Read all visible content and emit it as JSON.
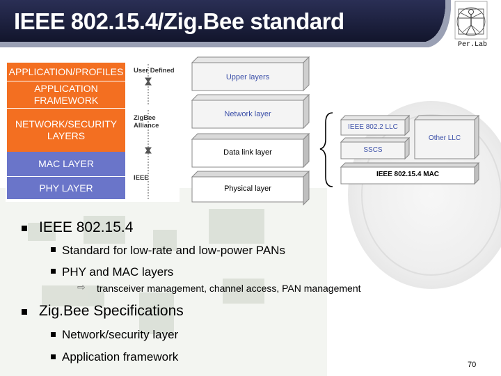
{
  "slide": {
    "title": "IEEE 802.15.4/Zig.Bee standard",
    "logo_text": "Per.Lab",
    "page_number": "70"
  },
  "colors": {
    "title_bar": "#1b1f3c",
    "layer_orange": "#f36f21",
    "layer_blue": "#6a75c9"
  },
  "stack_diagram": {
    "layers": [
      {
        "label": "APPLICATION/PROFILES",
        "color": "orange"
      },
      {
        "label": "APPLICATION FRAMEWORK",
        "color": "orange"
      },
      {
        "label": "NETWORK/SECURITY LAYERS",
        "line1": "NETWORK/SECURITY",
        "line2": "LAYERS",
        "color": "orange"
      },
      {
        "label": "MAC LAYER",
        "color": "blue"
      },
      {
        "label": "PHY LAYER",
        "color": "blue"
      }
    ],
    "groups": {
      "user_defined": "User Defined",
      "zigbee_line1": "ZigBee",
      "zigbee_line2": "Alliance",
      "ieee": "IEEE"
    }
  },
  "osi_diagram": {
    "upper_layers": "Upper layers",
    "network_layer": "Network layer",
    "data_link_layer": "Data link layer",
    "physical_layer": "Physical layer",
    "ieee_802_2_llc": "IEEE 802.2 LLC",
    "other_llc": "Other LLC",
    "sscs": "SSCS",
    "ieee_802_15_4_mac": "IEEE 802.15.4 MAC"
  },
  "bullets": [
    {
      "text": "IEEE 802.15.4",
      "children": [
        {
          "text": "Standard for low-rate and low-power PANs"
        },
        {
          "text": "PHY and MAC layers",
          "children": [
            {
              "text": "transceiver management, channel access, PAN management"
            }
          ]
        }
      ]
    },
    {
      "text": "Zig.Bee Specifications",
      "children": [
        {
          "text": "Network/security layer"
        },
        {
          "text": "Application framework"
        }
      ]
    }
  ]
}
